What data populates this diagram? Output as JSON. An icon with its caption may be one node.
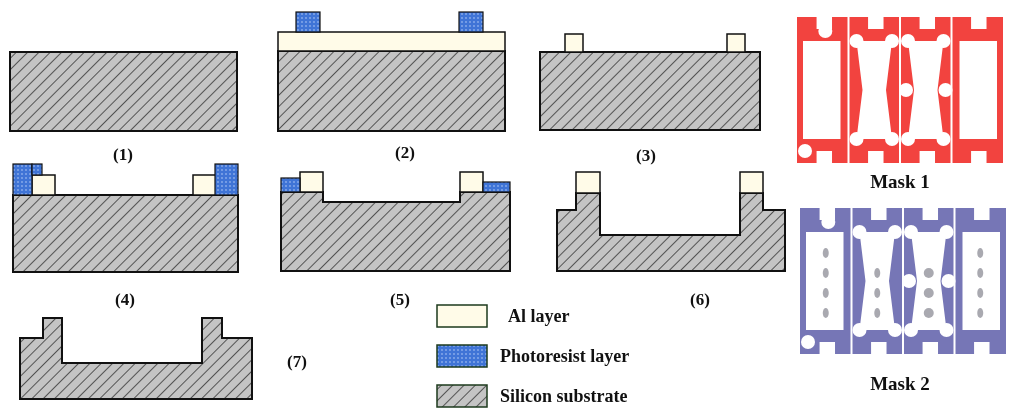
{
  "diagram": {
    "labels": [
      "(1)",
      "(2)",
      "(3)",
      "(4)",
      "(5)",
      "(6)",
      "(7)",
      "Mask 1",
      "Mask 2"
    ],
    "legend": [
      {
        "text": "Al layer",
        "color": "#fffbe8"
      },
      {
        "text": "Photoresist layer",
        "color": "#3f74d6"
      },
      {
        "text": "Silicon substrate"
      }
    ]
  }
}
